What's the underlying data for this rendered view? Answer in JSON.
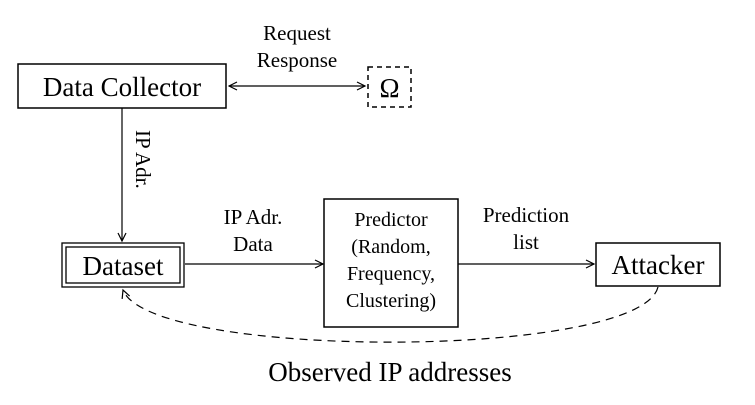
{
  "nodes": {
    "data_collector": {
      "label": "Data Collector"
    },
    "omega": {
      "label": "Ω"
    },
    "dataset": {
      "label": "Dataset"
    },
    "predictor": {
      "lines": [
        "Predictor",
        "(Random,",
        "Frequency,",
        "Clustering)"
      ]
    },
    "attacker": {
      "label": "Attacker"
    }
  },
  "edges": {
    "collector_omega": {
      "lines": [
        "Request",
        "Response"
      ]
    },
    "collector_dataset": {
      "label": "IP Adr."
    },
    "dataset_predictor": {
      "lines": [
        "IP Adr.",
        "Data"
      ]
    },
    "predictor_attacker": {
      "lines": [
        "Prediction",
        "list"
      ]
    },
    "attacker_dataset": {
      "label": "Observed IP addresses"
    }
  }
}
